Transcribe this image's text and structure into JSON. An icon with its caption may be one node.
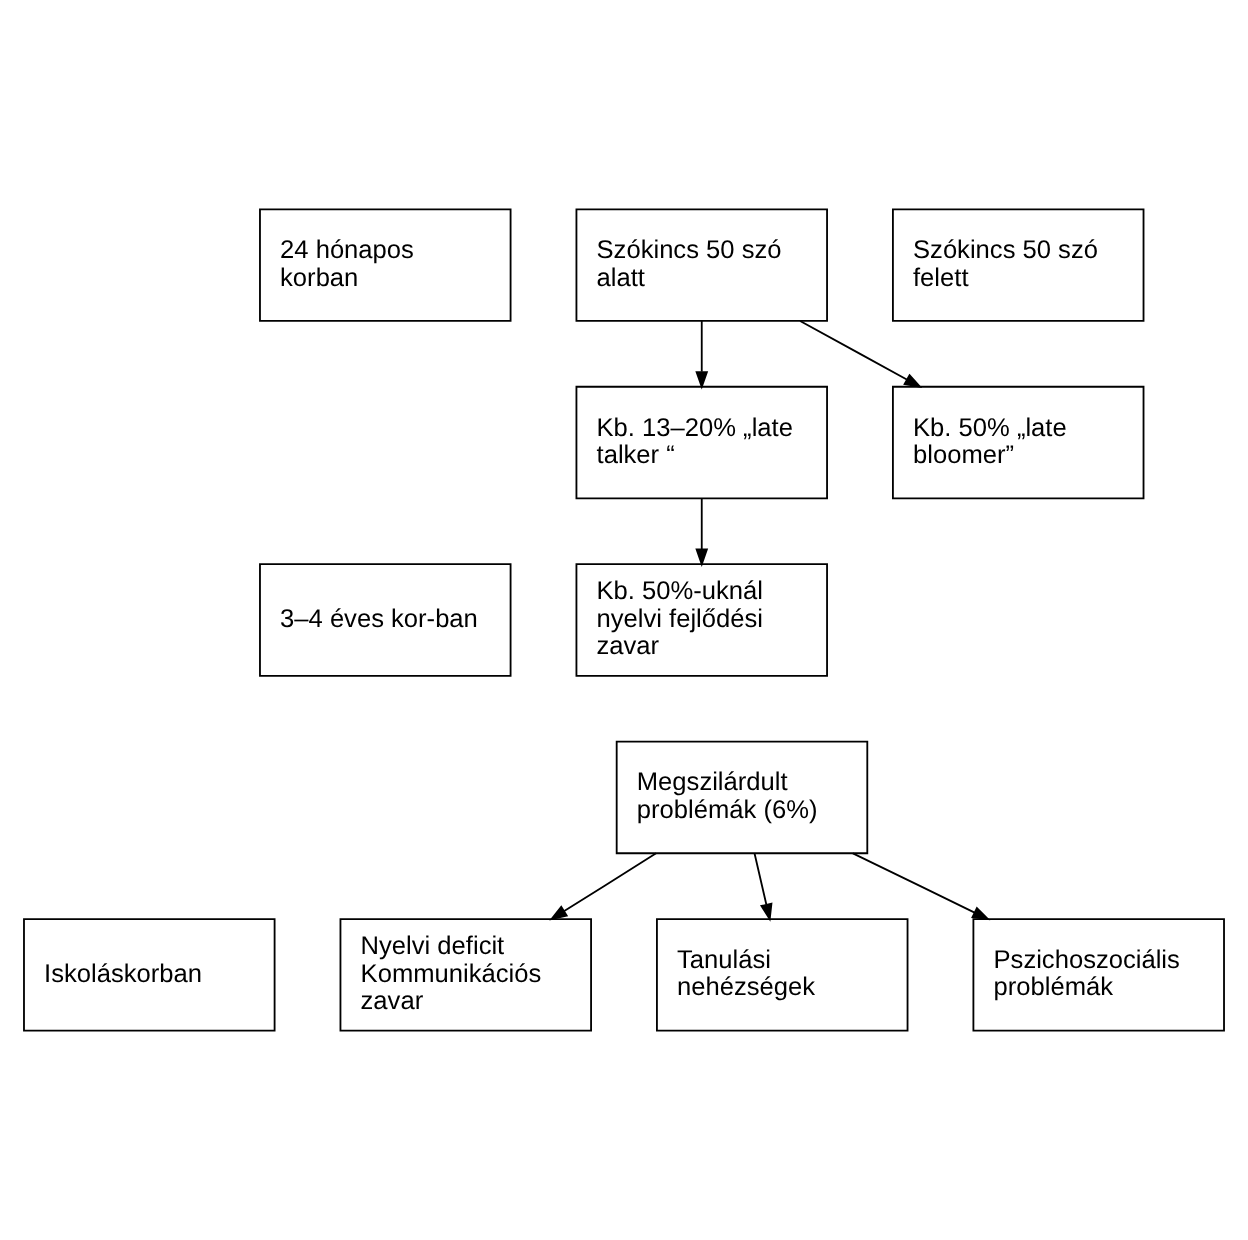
{
  "diagram": {
    "nodes": [
      {
        "text": [
          "24 hónapos korban"
        ]
      },
      {
        "text": [
          "Szókincs 50 szó alatt"
        ]
      },
      {
        "text": [
          "Szókincs 50 szó felett"
        ]
      },
      {
        "text": [
          "Kb. 13–20% „late talker “"
        ]
      },
      {
        "text": [
          "Kb. 50% „late bloomer”"
        ]
      },
      {
        "text": [
          "3–4 éves kor-ban"
        ]
      },
      {
        "text": [
          "Kb. 50%-uknál nyelvi fejlődési zavar"
        ]
      },
      {
        "text": [
          "Megszilárdult problémák (6%)"
        ]
      },
      {
        "text": [
          "Iskoláskorban"
        ]
      },
      {
        "text": [
          "Nyelvi deficit Kommunikációs zavar"
        ]
      },
      {
        "text": [
          "Tanulási nehézségek"
        ]
      },
      {
        "text": [
          "Pszichoszociális problémák"
        ]
      }
    ],
    "edges": [
      {
        "from": 1,
        "to": 3,
        "arrow": "to"
      },
      {
        "from": 1,
        "to": 4,
        "arrow": "to"
      },
      {
        "from": 3,
        "to": 6,
        "arrow": "to"
      },
      {
        "from": 7,
        "to": 9,
        "arrow": "to"
      },
      {
        "from": 7,
        "to": 10,
        "arrow": "to"
      },
      {
        "from": 7,
        "to": 11,
        "arrow": "to"
      }
    ]
  }
}
